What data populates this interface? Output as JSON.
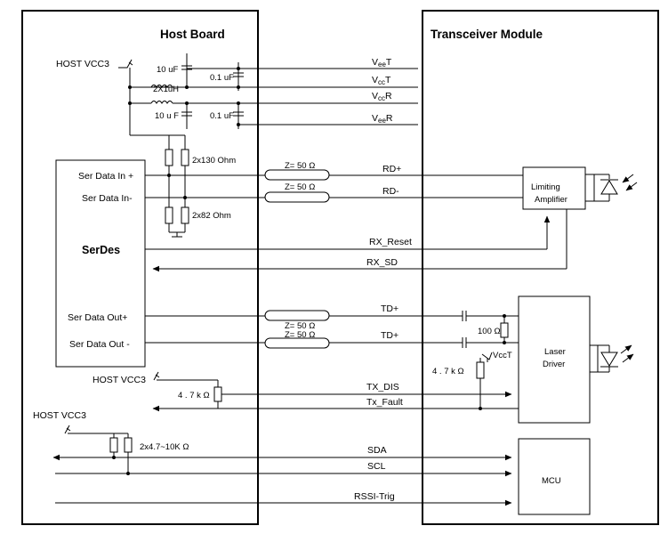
{
  "host_board": {
    "title": "Host Board",
    "host_vcc3_top": "HOST VCC3",
    "cap_10uf_a": "10 uF",
    "cap_01uf_a": "0.1 uF",
    "inductor": "2X1uH",
    "cap_10uf_b": "10 u F",
    "cap_01uf_b": "0.1 uF",
    "res_130": "2x130 Ohm",
    "res_82": "2x82 Ohm",
    "z50_rd_plus": "Z= 50 Ω",
    "z50_rd_minus": "Z= 50 Ω",
    "z50_td_a": "Z= 50 Ω",
    "z50_td_b": "Z= 50 Ω",
    "host_vcc3_mid": "HOST VCC3",
    "res_4k7_host": "4 . 7 k Ω",
    "host_vcc3_low": "HOST VCC3",
    "res_pullup": "2x4.7~10K Ω"
  },
  "serdes": {
    "title": "SerDes",
    "ser_in_plus": "Ser Data In +",
    "ser_in_minus": "Ser Data In-",
    "ser_out_plus": "Ser Data Out+",
    "ser_out_minus": "Ser Data Out -"
  },
  "transceiver": {
    "title": "Transceiver Module",
    "limiting_amp_1": "Limiting",
    "limiting_amp_2": "Amplifier",
    "laser_driver_1": "Laser",
    "laser_driver_2": "Driver",
    "mcu": "MCU",
    "res_100": "100 Ω",
    "res_4k7_mod": "4 . 7 k Ω",
    "vcct_local": "VccT"
  },
  "signals": {
    "veet": "V",
    "veet_sub": "ee",
    "veet_end": "T",
    "vcct": "V",
    "vcct_sub": "cc",
    "vcct_end": "T",
    "vccr": "V",
    "vccr_sub": "cc",
    "vccr_end": "R",
    "veer": "V",
    "veer_sub": "ee",
    "veer_end": "R",
    "rd_plus": "RD+",
    "rd_minus": "RD-",
    "rx_reset": "RX_Reset",
    "rx_sd": "RX_SD",
    "td_plus_a": "TD+",
    "td_plus_b": "TD+",
    "tx_dis": "TX_DIS",
    "tx_fault": "Tx_Fault",
    "sda": "SDA",
    "scl": "SCL",
    "rssi_trig": "RSSI-Trig"
  }
}
